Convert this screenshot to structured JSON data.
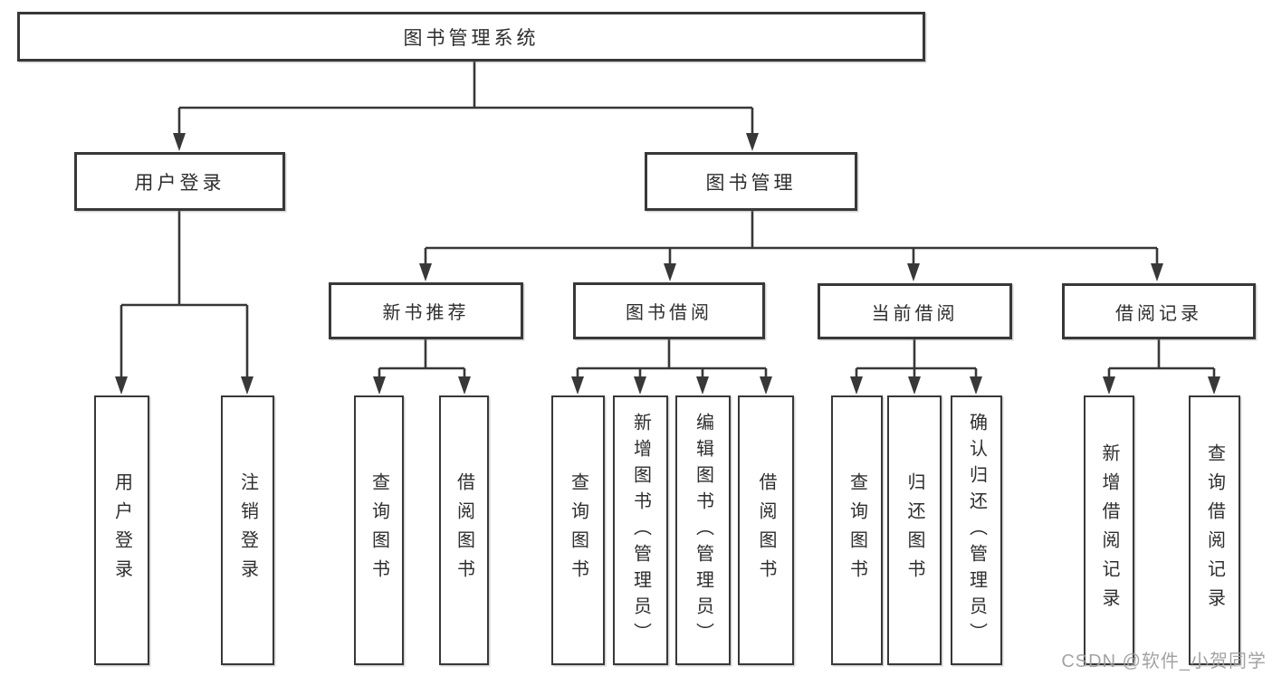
{
  "colors": {
    "background": "#ffffff",
    "box_border": "#383838",
    "connector_line": "#383838",
    "text": "#2e2e2e",
    "watermark": "#9e9e9e"
  },
  "watermark": {
    "text": "CSDN @软件_小贺同学"
  },
  "tree": {
    "root": {
      "label": "图书管理系统"
    },
    "level2": [
      {
        "label": "用户登录",
        "leaves": [
          {
            "label": "用户登录"
          },
          {
            "label": "注销登录"
          }
        ]
      },
      {
        "label": "图书管理",
        "groups": [
          {
            "label": "新书推荐",
            "leaves": [
              {
                "label": "查询图书"
              },
              {
                "label": "借阅图书"
              }
            ]
          },
          {
            "label": "图书借阅",
            "leaves": [
              {
                "label": "查询图书"
              },
              {
                "label": "新增图书（管理员）"
              },
              {
                "label": "编辑图书（管理员）"
              },
              {
                "label": "借阅图书"
              }
            ]
          },
          {
            "label": "当前借阅",
            "leaves": [
              {
                "label": "查询图书"
              },
              {
                "label": "归还图书"
              },
              {
                "label": "确认归还（管理员）"
              }
            ]
          },
          {
            "label": "借阅记录",
            "leaves": [
              {
                "label": "新增借阅记录"
              },
              {
                "label": "查询借阅记录"
              }
            ]
          }
        ]
      }
    ]
  }
}
